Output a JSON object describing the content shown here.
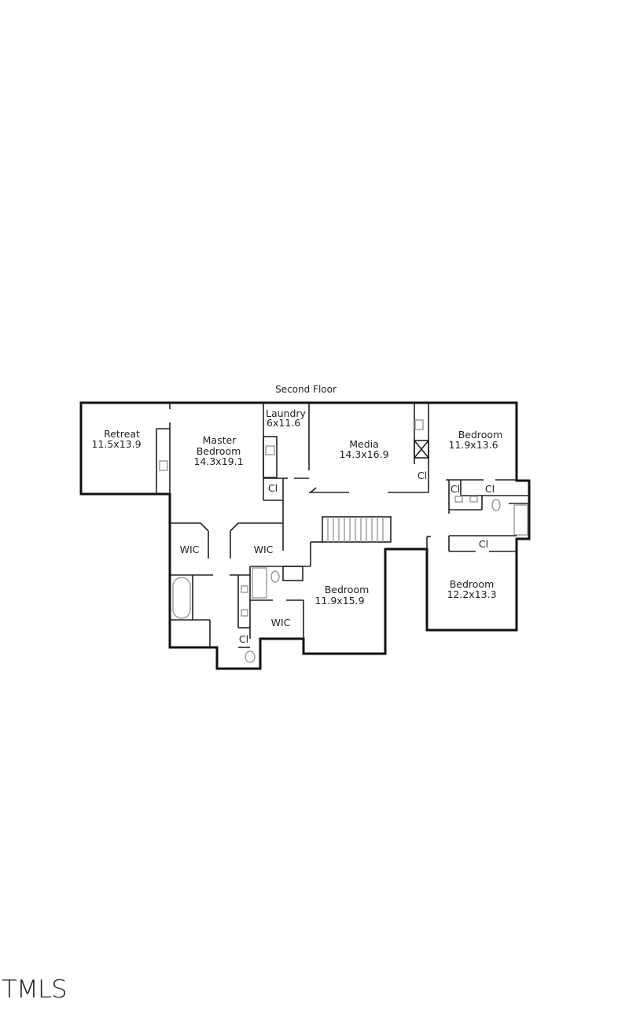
{
  "floor_title": "Second Floor",
  "rooms": [
    {
      "name": "Retreat",
      "dims": "11.5x13.9"
    },
    {
      "name": "Master Bedroom",
      "name_line1": "Master",
      "name_line2": "Bedroom",
      "dims": "14.3x19.1"
    },
    {
      "name": "Laundry",
      "dims": "6x11.6"
    },
    {
      "name": "Media",
      "dims": "14.3x16.9"
    },
    {
      "name": "Bedroom",
      "dims": "11.9x13.6"
    },
    {
      "name": "Bedroom",
      "dims": "11.9x15.9"
    },
    {
      "name": "Bedroom",
      "dims": "12.2x13.3"
    }
  ],
  "closets": {
    "wic": "WIC",
    "cl": "Cl"
  },
  "watermark": "TMLS"
}
